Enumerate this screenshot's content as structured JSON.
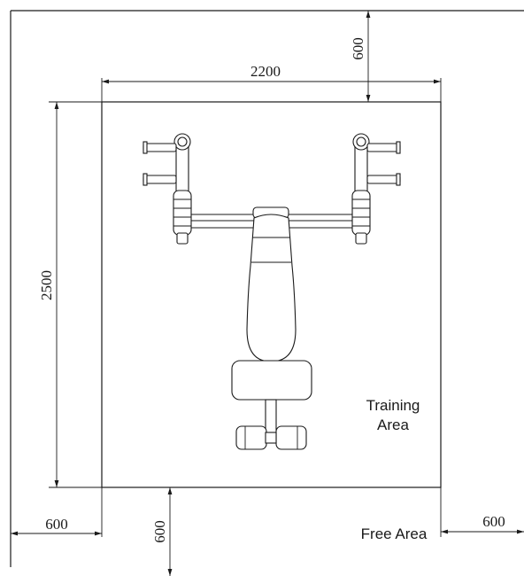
{
  "dimensions": {
    "top_free_width": "600",
    "training_width": "2200",
    "training_length": "2500",
    "left_free_width": "600",
    "bottom_free_length": "600",
    "right_free_width": "600"
  },
  "labels": {
    "training_area_line1": "Training",
    "training_area_line2": "Area",
    "free_area": "Free Area"
  }
}
